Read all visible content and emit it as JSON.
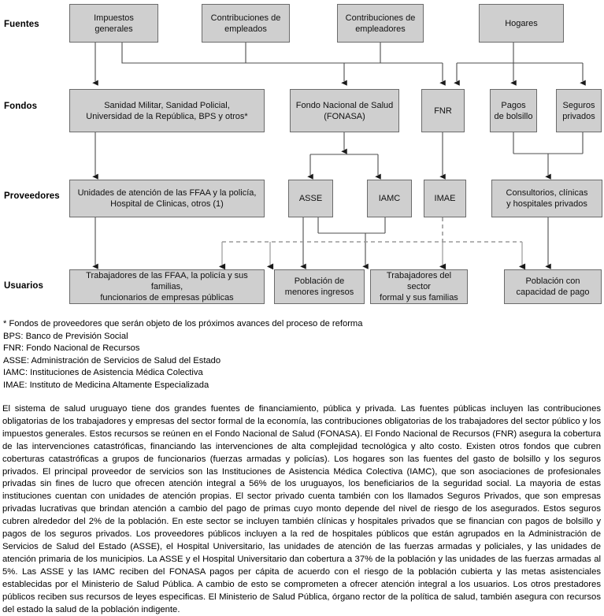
{
  "diagram": {
    "type": "flowchart",
    "title": "Sistema de salud uruguayo - flujo de financiamiento",
    "colors": {
      "node_fill": "#cfcfcf",
      "node_border": "#6b6b6b",
      "solid_connector": "#4d4d4d",
      "dashed_connector": "#9a9a9a",
      "text": "#000000",
      "background": "#ffffff"
    },
    "row_labels": [
      {
        "id": "fuentes",
        "text": "Fuentes"
      },
      {
        "id": "fondos",
        "text": "Fondos"
      },
      {
        "id": "proveedores",
        "text": "Proveedores"
      },
      {
        "id": "usuarios",
        "text": "Usuarios"
      }
    ],
    "rows": [
      {
        "id": "fuentes",
        "label": "Fuentes",
        "nodes": [
          {
            "id": "impuestos-generales",
            "lines": [
              "Impuestos",
              "generales"
            ]
          },
          {
            "id": "contribuciones-empleados",
            "lines": [
              "Contribuciones de",
              "empleados"
            ]
          },
          {
            "id": "contribuciones-empleadores",
            "lines": [
              "Contribuciones de",
              "empleadores"
            ]
          },
          {
            "id": "hogares",
            "lines": [
              "Hogares"
            ]
          }
        ]
      },
      {
        "id": "fondos",
        "label": "Fondos",
        "nodes": [
          {
            "id": "sanidad-militar",
            "lines": [
              "Sanidad Militar, Sanidad Policial,",
              "Universidad de la República, BPS y otros*"
            ]
          },
          {
            "id": "fonasa",
            "lines": [
              "Fondo Nacional de Salud",
              "(FONASA)"
            ]
          },
          {
            "id": "fnr",
            "lines": [
              "FNR"
            ]
          },
          {
            "id": "pagos-bolsillo",
            "lines": [
              "Pagos",
              "de bolsillo"
            ]
          },
          {
            "id": "seguros-privados",
            "lines": [
              "Seguros",
              "privados"
            ]
          }
        ]
      },
      {
        "id": "proveedores",
        "label": "Proveedores",
        "nodes": [
          {
            "id": "unidades-ffaa",
            "lines": [
              "Unidades de atención de las FFAA y la policía,",
              "Hospital de Clinicas, otros (1)"
            ]
          },
          {
            "id": "asse",
            "lines": [
              "ASSE"
            ]
          },
          {
            "id": "iamc",
            "lines": [
              "IAMC"
            ]
          },
          {
            "id": "imae",
            "lines": [
              "IMAE"
            ]
          },
          {
            "id": "consultorios",
            "lines": [
              "Consultorios, clínicas",
              "y hospitales privados"
            ]
          }
        ]
      },
      {
        "id": "usuarios",
        "label": "Usuarios",
        "nodes": [
          {
            "id": "trabajadores-ffaa",
            "lines": [
              "Trabajadores de las FFAA, la policía y sus familias,",
              "funcionarios de empresas públicas"
            ]
          },
          {
            "id": "poblacion-menores",
            "lines": [
              "Población de",
              "menores ingresos"
            ]
          },
          {
            "id": "trabajadores-formal",
            "lines": [
              "Trabajadores del sector",
              "formal y sus familias"
            ]
          },
          {
            "id": "poblacion-capacidad",
            "lines": [
              "Población con",
              "capacidad de pago"
            ]
          }
        ]
      }
    ]
  },
  "legend": {
    "lines": [
      "* Fondos de proveedores que serán objeto de los próximos avances del proceso de reforma",
      "BPS: Banco de Previsión Social",
      "FNR: Fondo Nacional de Recursos",
      "ASSE: Administración de Servicios de Salud del Estado",
      "IAMC: Instituciones de Asistencia Médica Colectiva",
      "IMAE: Instituto de Medicina Altamente Especializada"
    ]
  },
  "body": {
    "paragraph": "El sistema de salud uruguayo tiene dos grandes fuentes de financiamiento, pública y privada. Las fuentes públicas incluyen las contribuciones obligatorias de los trabajadores y empresas del sector formal de la economía, las contribuciones obligatorias de los trabajadores del sector público y los impuestos generales. Estos recursos se reúnen en el Fondo Nacional de Salud (FONASA). El Fondo Nacional de Recursos (FNR) asegura la cobertura de las intervenciones catastróficas, financiando las intervenciones de alta complejidad tecnológica y alto costo. Existen otros fondos que cubren coberturas catastróficas a grupos de funcionarios (fuerzas armadas y policías). Los hogares son las fuentes del gasto de bolsillo y los seguros privados. El principal proveedor de servicios son las Instituciones de Asistencia Médica Colectiva (IAMC), que son asociaciones de profesionales privadas sin fines de lucro que ofrecen atención integral a 56% de los uruguayos, los beneficiarios de la seguridad social. La mayoria de estas instituciones cuentan con unidades de atención propias. El sector privado cuenta también con los llamados Seguros Privados, que son empresas privadas lucrativas que brindan atención a cambio del pago de primas cuyo monto depende del nivel de riesgo de los asegurados. Estos seguros cubren alrededor del 2% de la población. En este sector se incluyen también clínicas y hospitales privados que se financian con pagos de bolsillo y pagos de los seguros privados. Los proveedores públicos incluyen a la red de hospitales públicos que están agrupados en la Administración de Servicios de Salud del Estado (ASSE), el Hospital Universitario, las unidades de atención de las fuerzas armadas y policiales, y las unidades de atención primaria de los municipios. La ASSE y el Hospital Universitario dan cobertura a 37% de la población y las unidades de las fuerzas armadas al 5%. Las ASSE y las IAMC reciben del FONASA pagos per cápita de acuerdo con el riesgo de la población cubierta y las metas asistenciales establecidas por el Ministerio de Salud Pública. A cambio de esto se comprometen a ofrecer atención integral a los usuarios. Los otros prestadores públicos reciben sus recursos de leyes especificas. El Ministerio de Salud Pública, órgano rector de la política de salud, también asegura con recursos del estado la salud de la población indigente."
  }
}
